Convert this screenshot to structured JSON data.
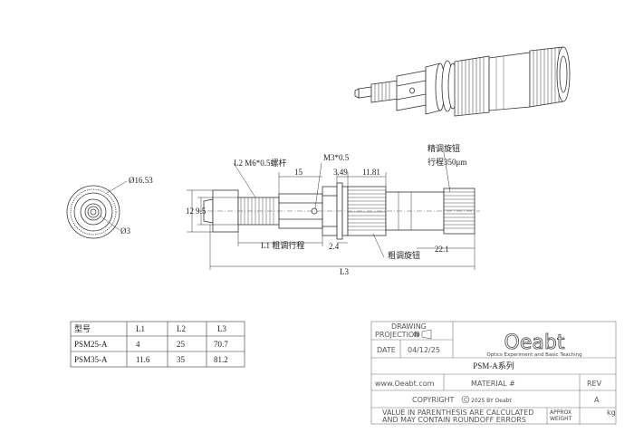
{
  "title_block": {
    "drawing_label": "DRAWING",
    "projection_label": "PROJECTION",
    "date_label": "DATE",
    "date_value": "04/12/25",
    "logo": "Oeabt",
    "logo_tagline": "Optics Experiment and Basic Teaching",
    "part_name": "PSM-A系列",
    "website": "www.Oeabt.com",
    "material_label": "MATERIAL #",
    "rev_label": "REV",
    "rev_value": "A",
    "copyright": "COPYRIGHT",
    "copyright_year": "2025 BY Oeabt",
    "note_line1": "VALUE IN PARENTHESIS ARE CALCULATED",
    "note_line2": "AND MAY CONTAIN ROUNDOFF ERRORS",
    "approx_label": "APPROX",
    "weight_label": "WEIGHT",
    "weight_unit": "kg"
  },
  "dimensions": {
    "diameter_outer": "Ø16.53",
    "diameter_inner": "Ø3",
    "thread_label": "L2 M6*0.5螺杆",
    "screw_label": "M3*0.5",
    "d15": "15",
    "d349": "3.49",
    "d1181": "11.81",
    "fine_knob_label": "精调旋钮",
    "fine_travel_label": "行程350μm",
    "d12": "12",
    "d95": "9.5",
    "coarse_travel_label": "L1 粗调行程",
    "d24": "2.4",
    "coarse_knob_label": "粗调旋钮",
    "d221": "22.1",
    "l3_label": "L3"
  },
  "spec_table": {
    "headers": [
      "型号",
      "L1",
      "L2",
      "L3"
    ],
    "rows": [
      [
        "PSM25-A",
        "4",
        "25",
        "70.7"
      ],
      [
        "PSM35-A",
        "11.6",
        "35",
        "81.2"
      ]
    ]
  }
}
